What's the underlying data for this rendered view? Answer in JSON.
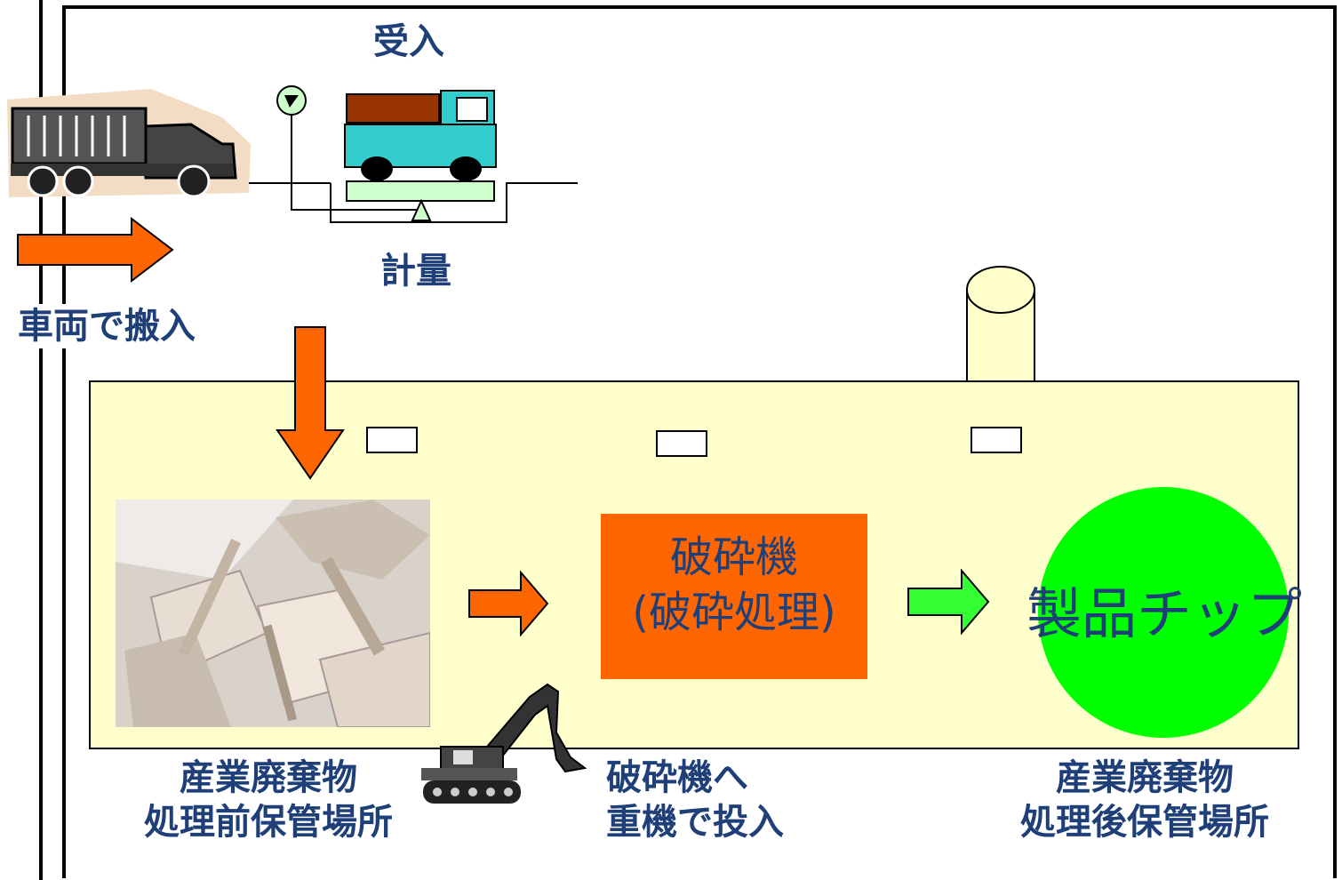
{
  "labels": {
    "receive": "受入",
    "weighing": "計量",
    "vehicle_in": "車両で搬入",
    "crusher_line1": "破砕機",
    "crusher_line2": "(破砕処理)",
    "product": "製品チップ",
    "before_storage_line1": "産業廃棄物",
    "before_storage_line2": "処理前保管場所",
    "feed_line1": "破砕機へ",
    "feed_line2": "重機で投入",
    "after_storage_line1": "産業廃棄物",
    "after_storage_line2": "処理後保管場所"
  },
  "colors": {
    "arrow_orange": "#ff6600",
    "arrow_green": "#33ff33",
    "building_fill": "#ffffcc",
    "product_circle": "#00ff00",
    "scale_truck_body": "#33cccc",
    "scale_truck_cargo": "#993300",
    "scale_platform": "#ccffcc",
    "chimney_fill": "#ffffcc",
    "text": "#1f3f78"
  },
  "icons": {
    "dump_truck": "dump-truck-icon",
    "scale_truck": "scale-truck-icon",
    "gauge": "scale-gauge-icon",
    "excavator": "excavator-icon",
    "chimney": "chimney-icon",
    "waste_photo": "waste-wood-photo"
  }
}
